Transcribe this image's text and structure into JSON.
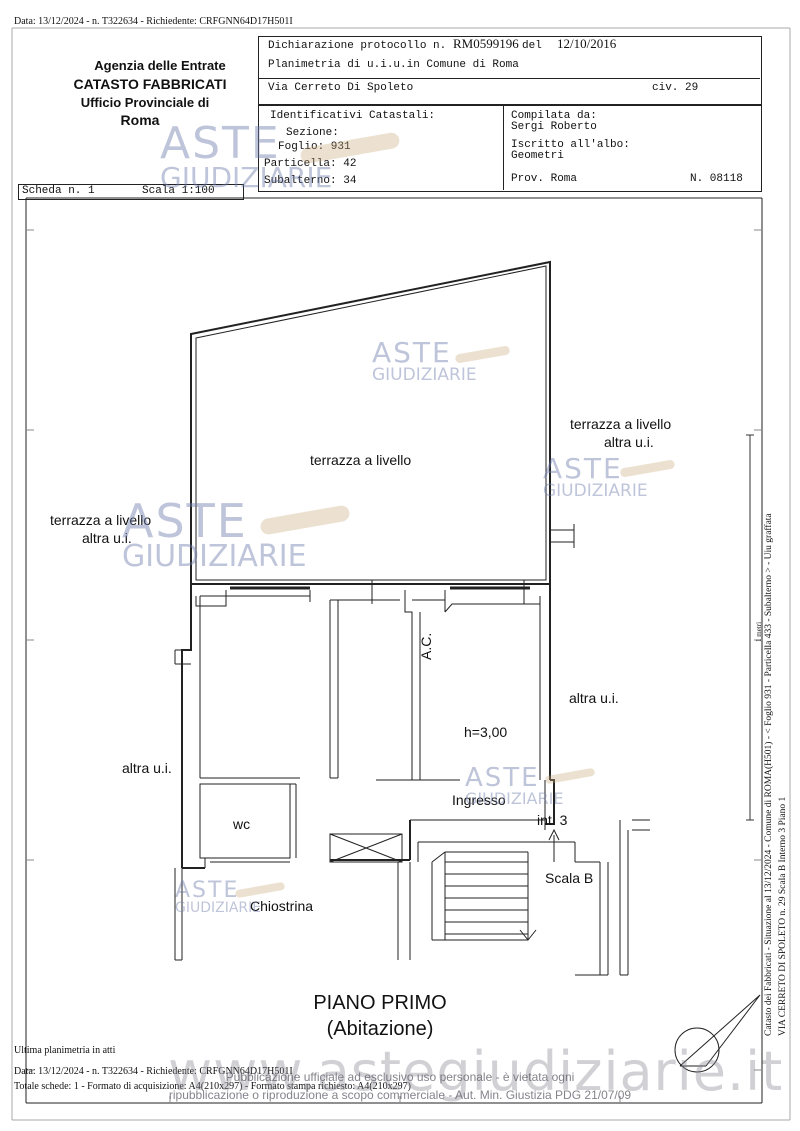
{
  "top_line": "Data: 13/12/2024 - n. T322634 - Richiedente: CRFGNN64D17H501I",
  "agency": {
    "line1": "Agenzia delle Entrate",
    "line2": "CATASTO FABBRICATI",
    "line3": "Ufficio Provinciale di",
    "line4": "Roma"
  },
  "declaration": {
    "label": "Dichiarazione protocollo n.",
    "number": "RM0599196",
    "del_label": "del",
    "date": "12/10/2016",
    "planimetria": "Planimetria di u.i.u.in Comune di Roma",
    "address": "Via Cerreto Di Spoleto",
    "civ": "civ. 29"
  },
  "identificativi": {
    "title": "Identificativi Catastali:",
    "sezione": "Sezione:",
    "foglio": "Foglio: 931",
    "particella": "Particella: 42",
    "subalterno": "Subalterno: 34"
  },
  "compilata": {
    "title": "Compilata da:",
    "name": "Sergi Roberto",
    "iscritto": "Iscritto all'albo:",
    "albo": "Geometri",
    "prov": "Prov. Roma",
    "num": "N. 08118"
  },
  "scheda": {
    "label": "Scheda n. 1",
    "scala": "Scala 1:100"
  },
  "rooms": {
    "terrazza_main": "terrazza a livello",
    "terrazza_right_1": "terrazza a livello",
    "terrazza_right_2": "altra u.i.",
    "terrazza_left_1": "terrazza a livello",
    "terrazza_left_2": "altra u.i.",
    "altra_left": "altra u.i.",
    "altra_right": "altra u.i.",
    "ac": "A.C.",
    "height": "h=3,00",
    "ingresso": "Ingresso",
    "int": "int. 3",
    "wc": "wc",
    "scala_b": "Scala B",
    "chiostrina": "Chiostrina"
  },
  "floor": {
    "title": "PIANO PRIMO",
    "subtitle": "(Abitazione)"
  },
  "side_text_1": "Catasto dei Fabbricati - Situazione al 13/12/2024 - Comune di ROMA(H501) - < Foglio 931 - Particella 433 - Subalterno  > - Uiu graffata",
  "side_text_2": "VIA CERRETO DI SPOLETO n. 29  Scala B Interno 3 Piano 1",
  "side_small": "1 metri",
  "ultima": "Ultima planimetria in atti",
  "bottom_line1": "Data: 13/12/2024 - n. T322634 - Richiedente: CRFGNN64D17H501I",
  "bottom_line2": "Totale schede: 1 - Formato di acquisizione: A4(210x297) - Formato stampa richiesto: A4(210x297)",
  "watermark": {
    "aste": "ASTE",
    "giudiziarie": "GIUDIZIARIE",
    "site": "www.astegiudiziarie.it",
    "disclaimer1": "Pubblicazione ufficiale ad esclusivo uso personale - è vietata ogni",
    "disclaimer2": "ripubblicazione o riproduzione a scopo commerciale - Aut. Min. Giustizia PDG 21/07/09"
  }
}
